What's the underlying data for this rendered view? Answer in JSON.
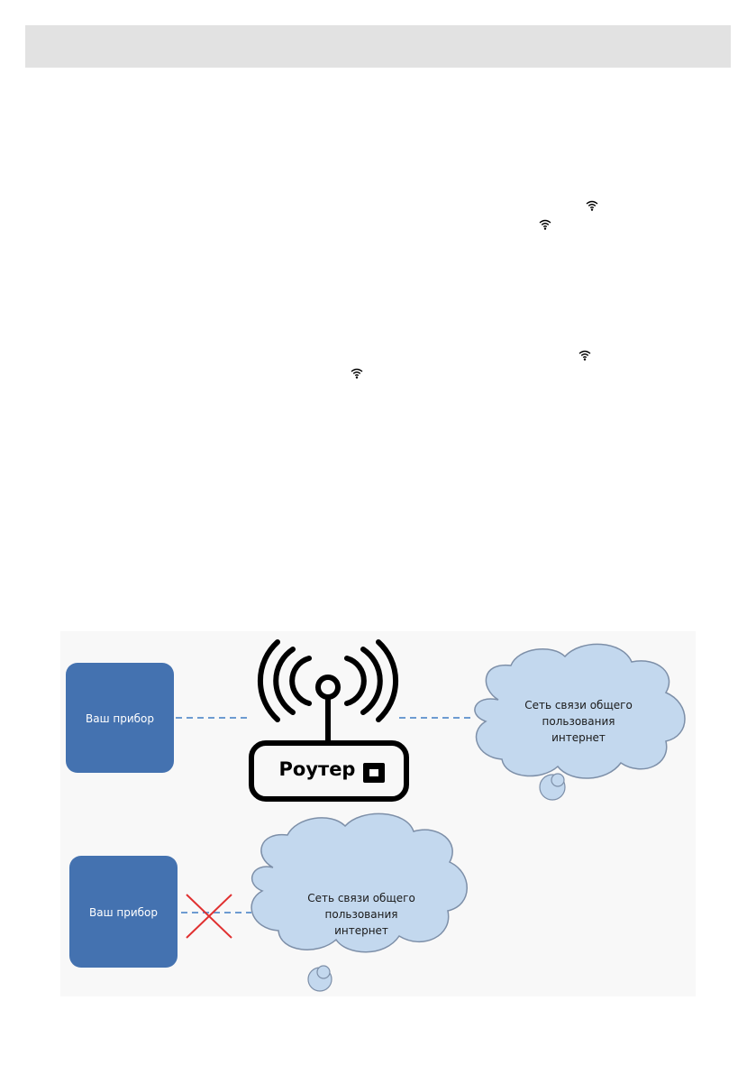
{
  "header": {
    "title": ""
  },
  "icons": {
    "wifi": "wifi-icon"
  },
  "diagram": {
    "top": {
      "device_label": "Ваш прибор",
      "router_label": "Роутер",
      "cloud_label": "Сеть связи общего\nпользования\nинтернет"
    },
    "bottom": {
      "device_label": "Ваш прибор",
      "cloud_label": "Сеть связи общего\nпользования\nинтернет"
    }
  },
  "colors": {
    "device_fill": "#4472b0",
    "cloud_fill": "#c3d8ee",
    "cloud_stroke": "#7d8fa8",
    "link_dash": "#6d9bd1",
    "cross": "#e03030",
    "header_bar": "#e2e2e2"
  }
}
